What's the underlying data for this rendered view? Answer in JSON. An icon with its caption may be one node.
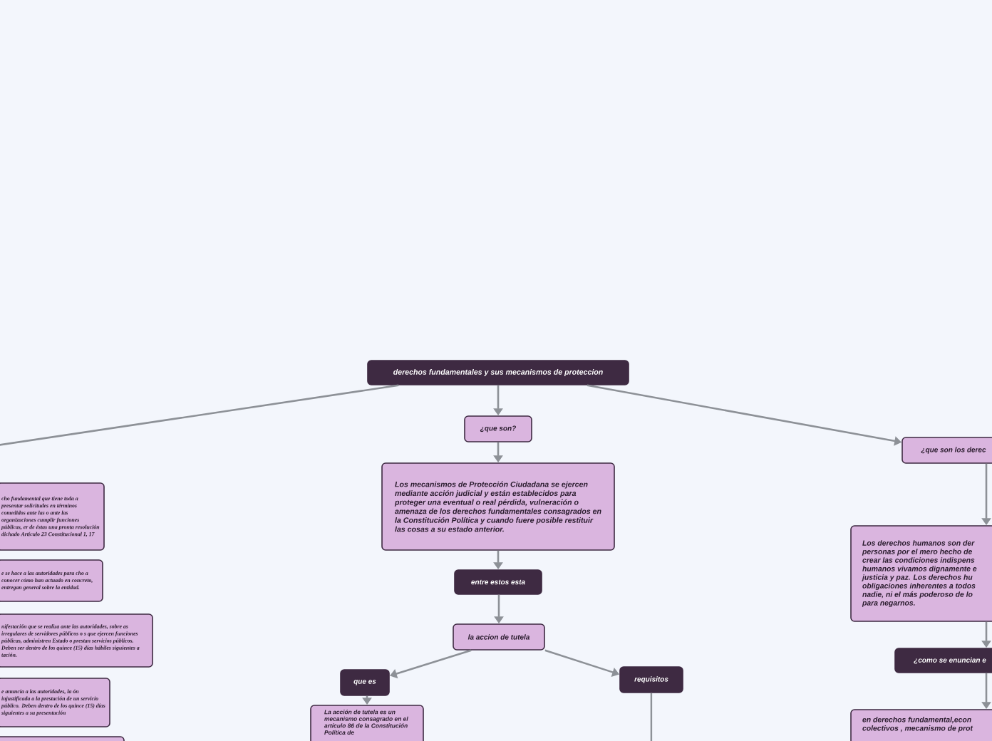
{
  "diagram": {
    "nodes": [
      {
        "text": [
          "derechos fundamentales y sus mecanismos de proteccion"
        ]
      },
      {
        "text": [
          "¿que son?"
        ]
      },
      {
        "text": [
          "Los mecanismos de Protección Ciudadana se ejercen mediante acción judicial y están establecidos para proteger una eventual o real pérdida, vulneración o amenaza de los derechos fundamentales consagrados en la Constitución Política y cuando fuere posible restituir las cosas a su estado anterior."
        ]
      },
      {
        "text": [
          "entre estos esta"
        ]
      },
      {
        "text": [
          "la accion de tutela"
        ]
      },
      {
        "text": [
          "que es"
        ]
      },
      {
        "text": [
          "requisitos"
        ]
      },
      {
        "text": [
          "La acción de tutela es un mecanismo consagrado en el artículo 86 de la Constitución Política de"
        ]
      },
      {
        "text": [
          "cho fundamental que tiene toda a presentar solicitudes en términos comedidos ante las o ante las organizaciones cumplir funciones públicas, er de éstas una pronta resolución dichado Artículo 23 Constitucional 1, 17"
        ]
      },
      {
        "text": [
          "e se hace a las autoridades para cho a conocer cómo han actuado en concreto, entregan general sobre la entidad."
        ]
      },
      {
        "text": [
          "nifestación que se realiza ante las autoridades, sobre as irregulares de servidores públicos o s que ejercen funciones públicas, administren Estado o prestan servicios públicos. Deben ser dentro de los quince (15) días hábiles siguientes a tación."
        ]
      },
      {
        "text": [
          "e anuncia a las autoridades, la ón injustificada a la prestación de un servicio público. Deben dentro de los quince (15) días siguientes a su presentación"
        ]
      },
      {
        "text": [],
        "shape": "box"
      },
      {
        "text": [
          "¿que son los derec"
        ]
      },
      {
        "text": [
          "Los derechos humanos son der personas por el mero hecho de crear las condiciones indispens humanos vivamos dignamente e justicia y paz. Los derechos hu obligaciones inherentes a todos nadie, ni el más poderoso de lo para negarnos."
        ]
      },
      {
        "text": [
          "¿como se enuncian e"
        ]
      },
      {
        "text": [
          "en derechos fundamental,econ colectivos , mecanismo de prot"
        ]
      }
    ],
    "edges": [
      {
        "from": 0,
        "to": 1,
        "arrow": "to"
      },
      {
        "from": 1,
        "to": 2,
        "arrow": "to"
      },
      {
        "from": 2,
        "to": 3,
        "arrow": "to"
      },
      {
        "from": 3,
        "to": 4,
        "arrow": "to"
      },
      {
        "from": 4,
        "to": 5,
        "arrow": "to"
      },
      {
        "from": 4,
        "to": 6,
        "arrow": "to"
      },
      {
        "from": 5,
        "to": 7,
        "arrow": "to"
      },
      {
        "from": 6,
        "to": null,
        "arrow": "none"
      },
      {
        "from": 0,
        "to": null,
        "arrow": "none"
      },
      {
        "from": 0,
        "to": 13,
        "arrow": "to"
      },
      {
        "from": 13,
        "to": 14,
        "arrow": "to"
      },
      {
        "from": 14,
        "to": 15,
        "arrow": "to"
      },
      {
        "from": 15,
        "to": 16,
        "arrow": "to"
      }
    ]
  }
}
